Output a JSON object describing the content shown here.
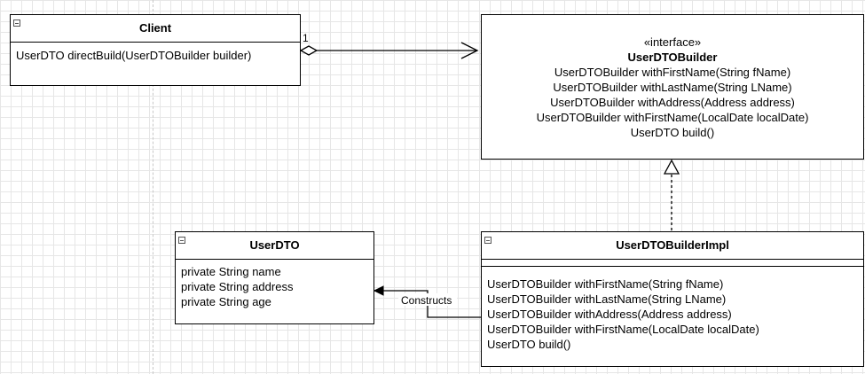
{
  "client": {
    "title": "Client",
    "members": [
      "UserDTO directBuild(UserDTOBuilder builder)"
    ]
  },
  "interface": {
    "stereotype": "«interface»",
    "title": "UserDTOBuilder",
    "methods": [
      "UserDTOBuilder withFirstName(String fName)",
      "UserDTOBuilder withLastName(String LName)",
      "UserDTOBuilder withAddress(Address address)",
      "UserDTOBuilder withFirstName(LocalDate localDate)",
      "UserDTO build()"
    ]
  },
  "userdto": {
    "title": "UserDTO",
    "fields": [
      "private String name",
      "private String address",
      "private String age"
    ]
  },
  "impl": {
    "title": "UserDTOBuilderImpl",
    "methods": [
      "UserDTOBuilder withFirstName(String fName)",
      "UserDTOBuilder withLastName(String LName)",
      "UserDTOBuilder withAddress(Address address)",
      "UserDTOBuilder withFirstName(LocalDate localDate)",
      "UserDTO build()"
    ]
  },
  "relations": {
    "aggregation_multiplicity": "1",
    "constructs_label": "Constructs"
  }
}
